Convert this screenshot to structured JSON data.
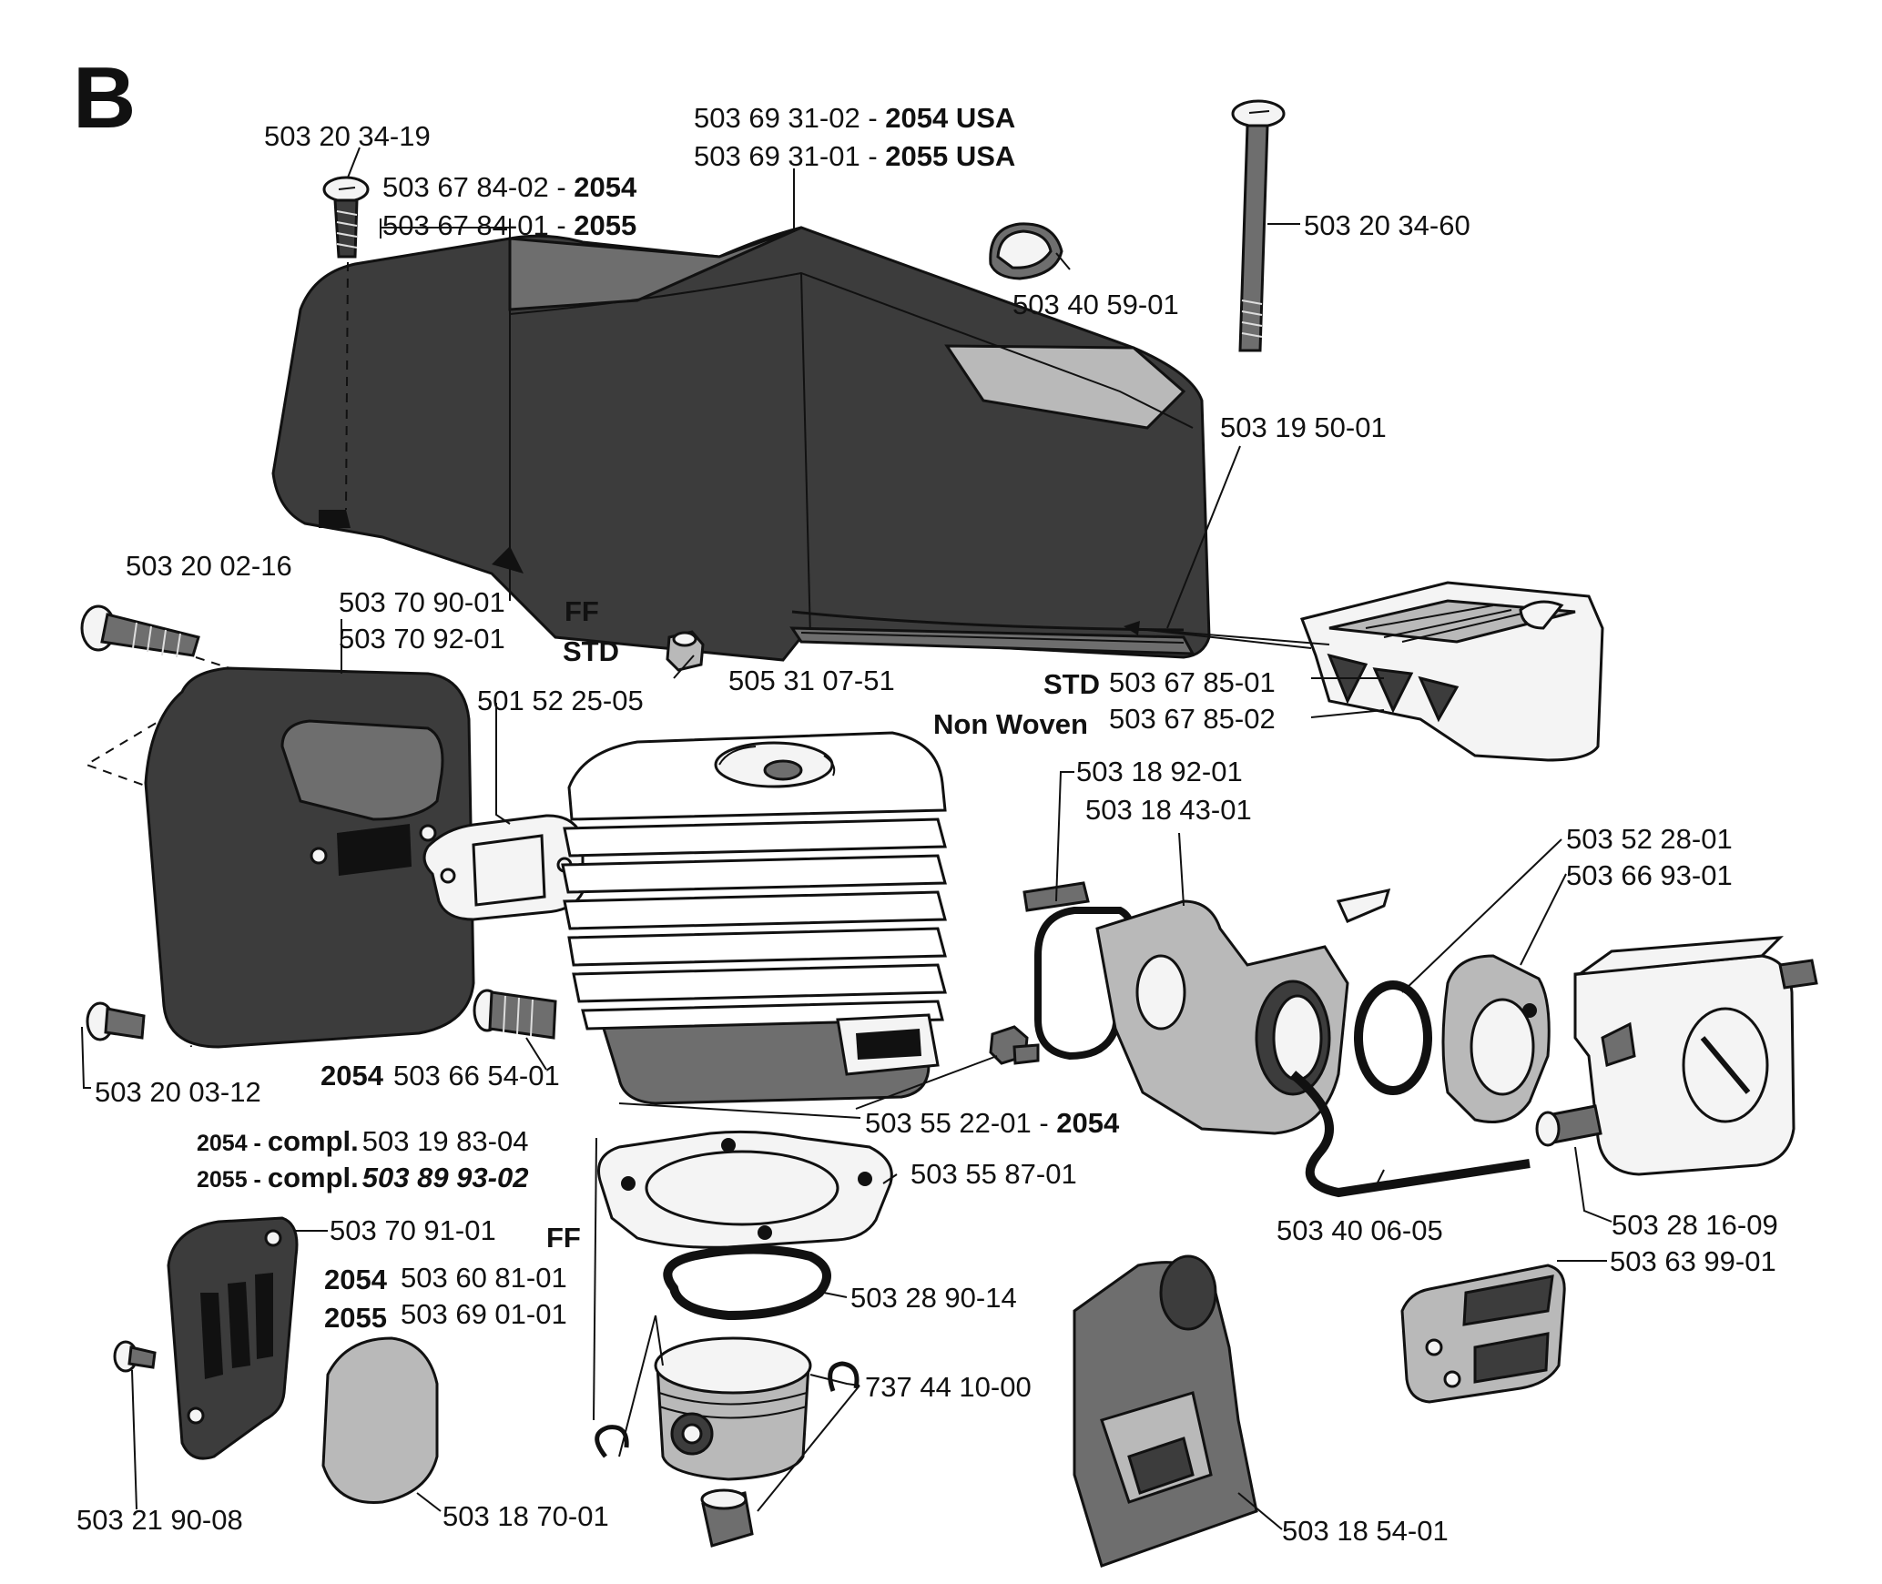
{
  "section_letter": "B",
  "colors": {
    "ink": "#111111",
    "shade_dark": "#3c3c3c",
    "shade_mid": "#6e6e6e",
    "shade_light": "#b9b9b9",
    "paper": "#ffffff"
  },
  "labels": {
    "screw_top_left": "503 20 34-19",
    "cover_2054_part": "503 67 84-02 - ",
    "cover_2054_model": "2054",
    "cover_2055_part": "503 67 84-01 - ",
    "cover_2055_model": "2055",
    "hood_2054_part": "503 69 31-02 - ",
    "hood_2054_model": "2054 USA",
    "hood_2055_part": "503 69 31-01 - ",
    "hood_2055_model": "2055 USA",
    "long_screw": "503 20 34-60",
    "plug": "503 40 59-01",
    "seal": "503 19 50-01",
    "bolt": "503 20 02-16",
    "muffler_1": "503 70 90-01",
    "muffler_2": "503 70 92-01",
    "ff_top": "FF",
    "std_top": "STD",
    "nut": "505 31 07-51",
    "filter_std_tag": "STD",
    "filter_std": "503 67 85-01",
    "filter_nw_tag": "Non Woven",
    "filter_nw": "503 67 85-02",
    "gasket_muffler": "501 52 25-05",
    "clamp": "503 18 92-01",
    "intake": "503 18 43-01",
    "ring_seal": "503 52 28-01",
    "flange": "503 66 93-01",
    "screw_muffler": "503 20 03-12",
    "valve_model": "2054",
    "valve": "503 66 54-01",
    "cyl_plug": "503 55 22-01 - ",
    "cyl_plug_model": "2054",
    "cyl_2054_model": "2054 - ",
    "cyl_2054_compl": "compl.",
    "cyl_2054": "503 19 83-04",
    "cyl_2055_model": "2055 - ",
    "cyl_2055_compl": "compl.",
    "cyl_2055": "503 89 93-02",
    "cyl_gasket": "503 55 87-01",
    "impulse_hose": "503 40 06-05",
    "carb_screw": "503 28 16-09",
    "plate": "503 70 91-01",
    "ff_bottom": "FF",
    "piston_2054_model": "2054",
    "piston_2054": "503 60 81-01",
    "piston_2055_model": "2055",
    "piston_2055": "503 69 01-01",
    "piston_ring": "503 28 90-14",
    "block": "503 63 99-01",
    "circlip": "737 44 10-00",
    "small_screw": "503 21 90-08",
    "screen": "503 18 70-01",
    "manifold": "503 18 54-01"
  }
}
